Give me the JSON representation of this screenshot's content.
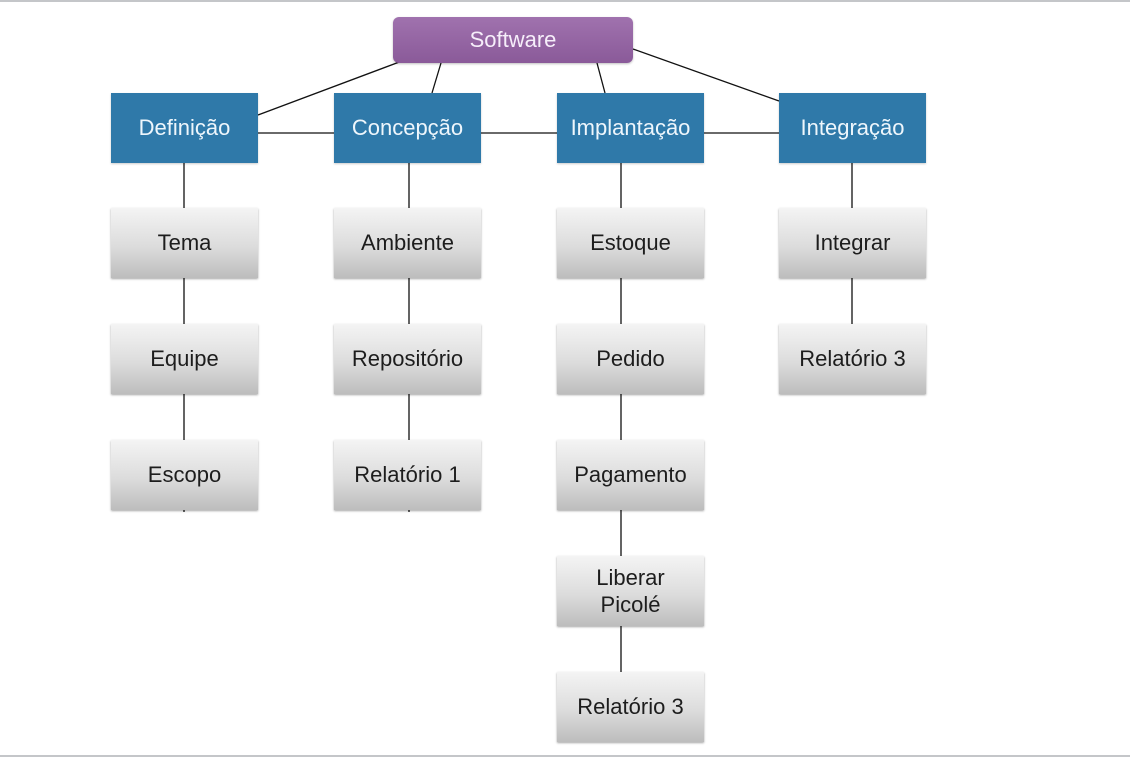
{
  "root": {
    "label": "Software"
  },
  "phases": [
    {
      "label": "Definição",
      "tasks": [
        "Tema",
        "Equipe",
        "Escopo"
      ]
    },
    {
      "label": "Concepção",
      "tasks": [
        "Ambiente",
        "Repositório",
        "Relatório 1"
      ]
    },
    {
      "label": "Implantação",
      "tasks": [
        "Estoque",
        "Pedido",
        "Pagamento",
        "Liberar\nPicolé",
        "Relatório 3"
      ]
    },
    {
      "label": "Integração",
      "tasks": [
        "Integrar",
        "Relatório 3"
      ]
    }
  ],
  "colors": {
    "root": "#9a69a8",
    "phase": "#2f79a9",
    "task": "#d6d6d6",
    "connector": "#111111",
    "frame": "#c4c6c9"
  }
}
